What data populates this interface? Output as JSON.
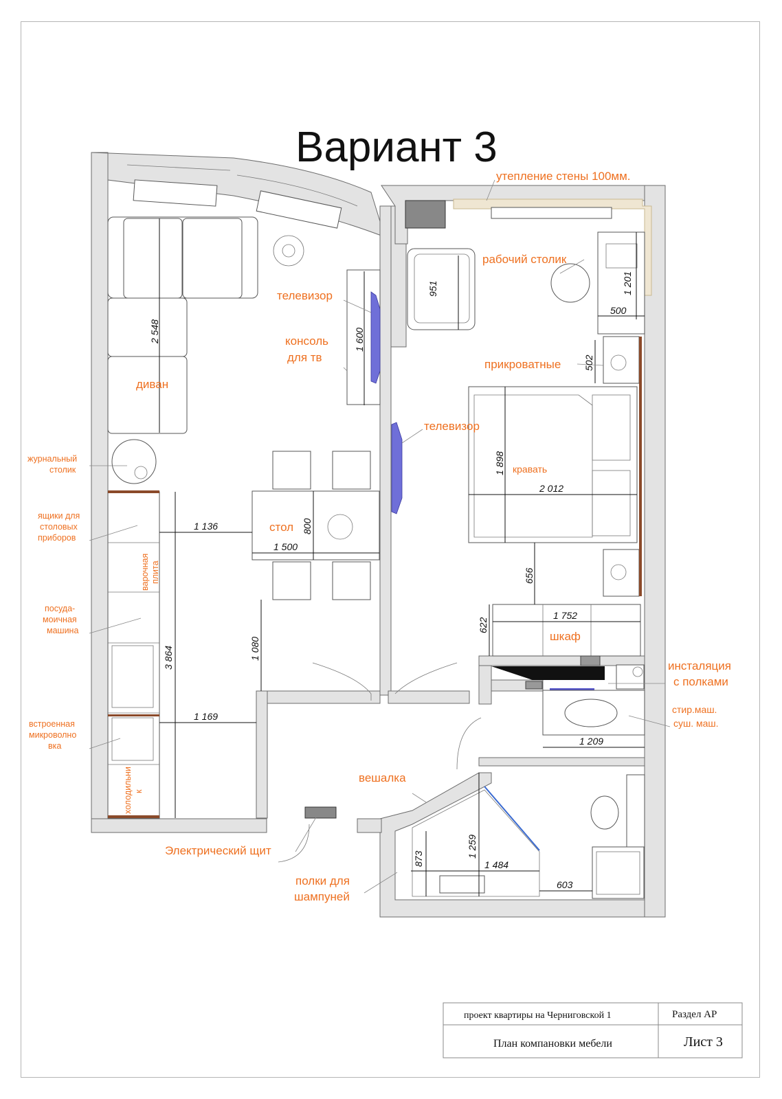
{
  "title": "Вариант 3",
  "labels": {
    "insulation": "утепление стены 100мм.",
    "work_table": "рабочий столик",
    "tv1": "телевизор",
    "console": "консоль",
    "console2": "для тв",
    "nightstands": "прикроватные",
    "tv2": "телевизор",
    "bed": "кравать",
    "sofa": "диван",
    "table": "стол",
    "wardrobe": "шкаф",
    "installation": "инсталяция",
    "installation2": "с полками",
    "washer1": "стир.маш.",
    "washer2": "суш. маш.",
    "hanger": "вешалка",
    "el_panel": "Электрический щит",
    "shelves1": "полки для",
    "shelves2": "шампуней",
    "coffee1": "журнальный",
    "coffee2": "столик",
    "cutlery1": "ящики для",
    "cutlery2": "столовых",
    "cutlery3": "приборов",
    "dish1": "посуда-",
    "dish2": "моичная",
    "dish3": "машина",
    "micro1": "встроенная",
    "micro2": "микроволно",
    "micro3": "вка",
    "hob1": "варочная",
    "hob2": "плита",
    "fridge1": "холодильни",
    "fridge2": "к"
  },
  "dimensions": {
    "d951": "951",
    "d1201": "1 201",
    "d500": "500",
    "d1600": "1 600",
    "d502": "502",
    "d2548": "2 548",
    "d1898": "1 898",
    "d2012": "2 012",
    "d800": "800",
    "d1136": "1 136",
    "d1500": "1 500",
    "d656": "656",
    "d3864": "3 864",
    "d1752": "1 752",
    "d622": "622",
    "d1080": "1 080",
    "d1169": "1 169",
    "d1209": "1 209",
    "d1259": "1 259",
    "d873": "873",
    "d1484": "1 484",
    "d603": "603"
  },
  "title_block": {
    "project": "проект квартиры на Черниговской 1",
    "section": "Раздел АР",
    "plan_name": "План компановки мебели",
    "sheet": "Лист 3"
  },
  "colors": {
    "label": "#ee7020",
    "wall": "#e3e3e3",
    "tv": "#6f6fd8",
    "insulation": "#efe6d2"
  }
}
